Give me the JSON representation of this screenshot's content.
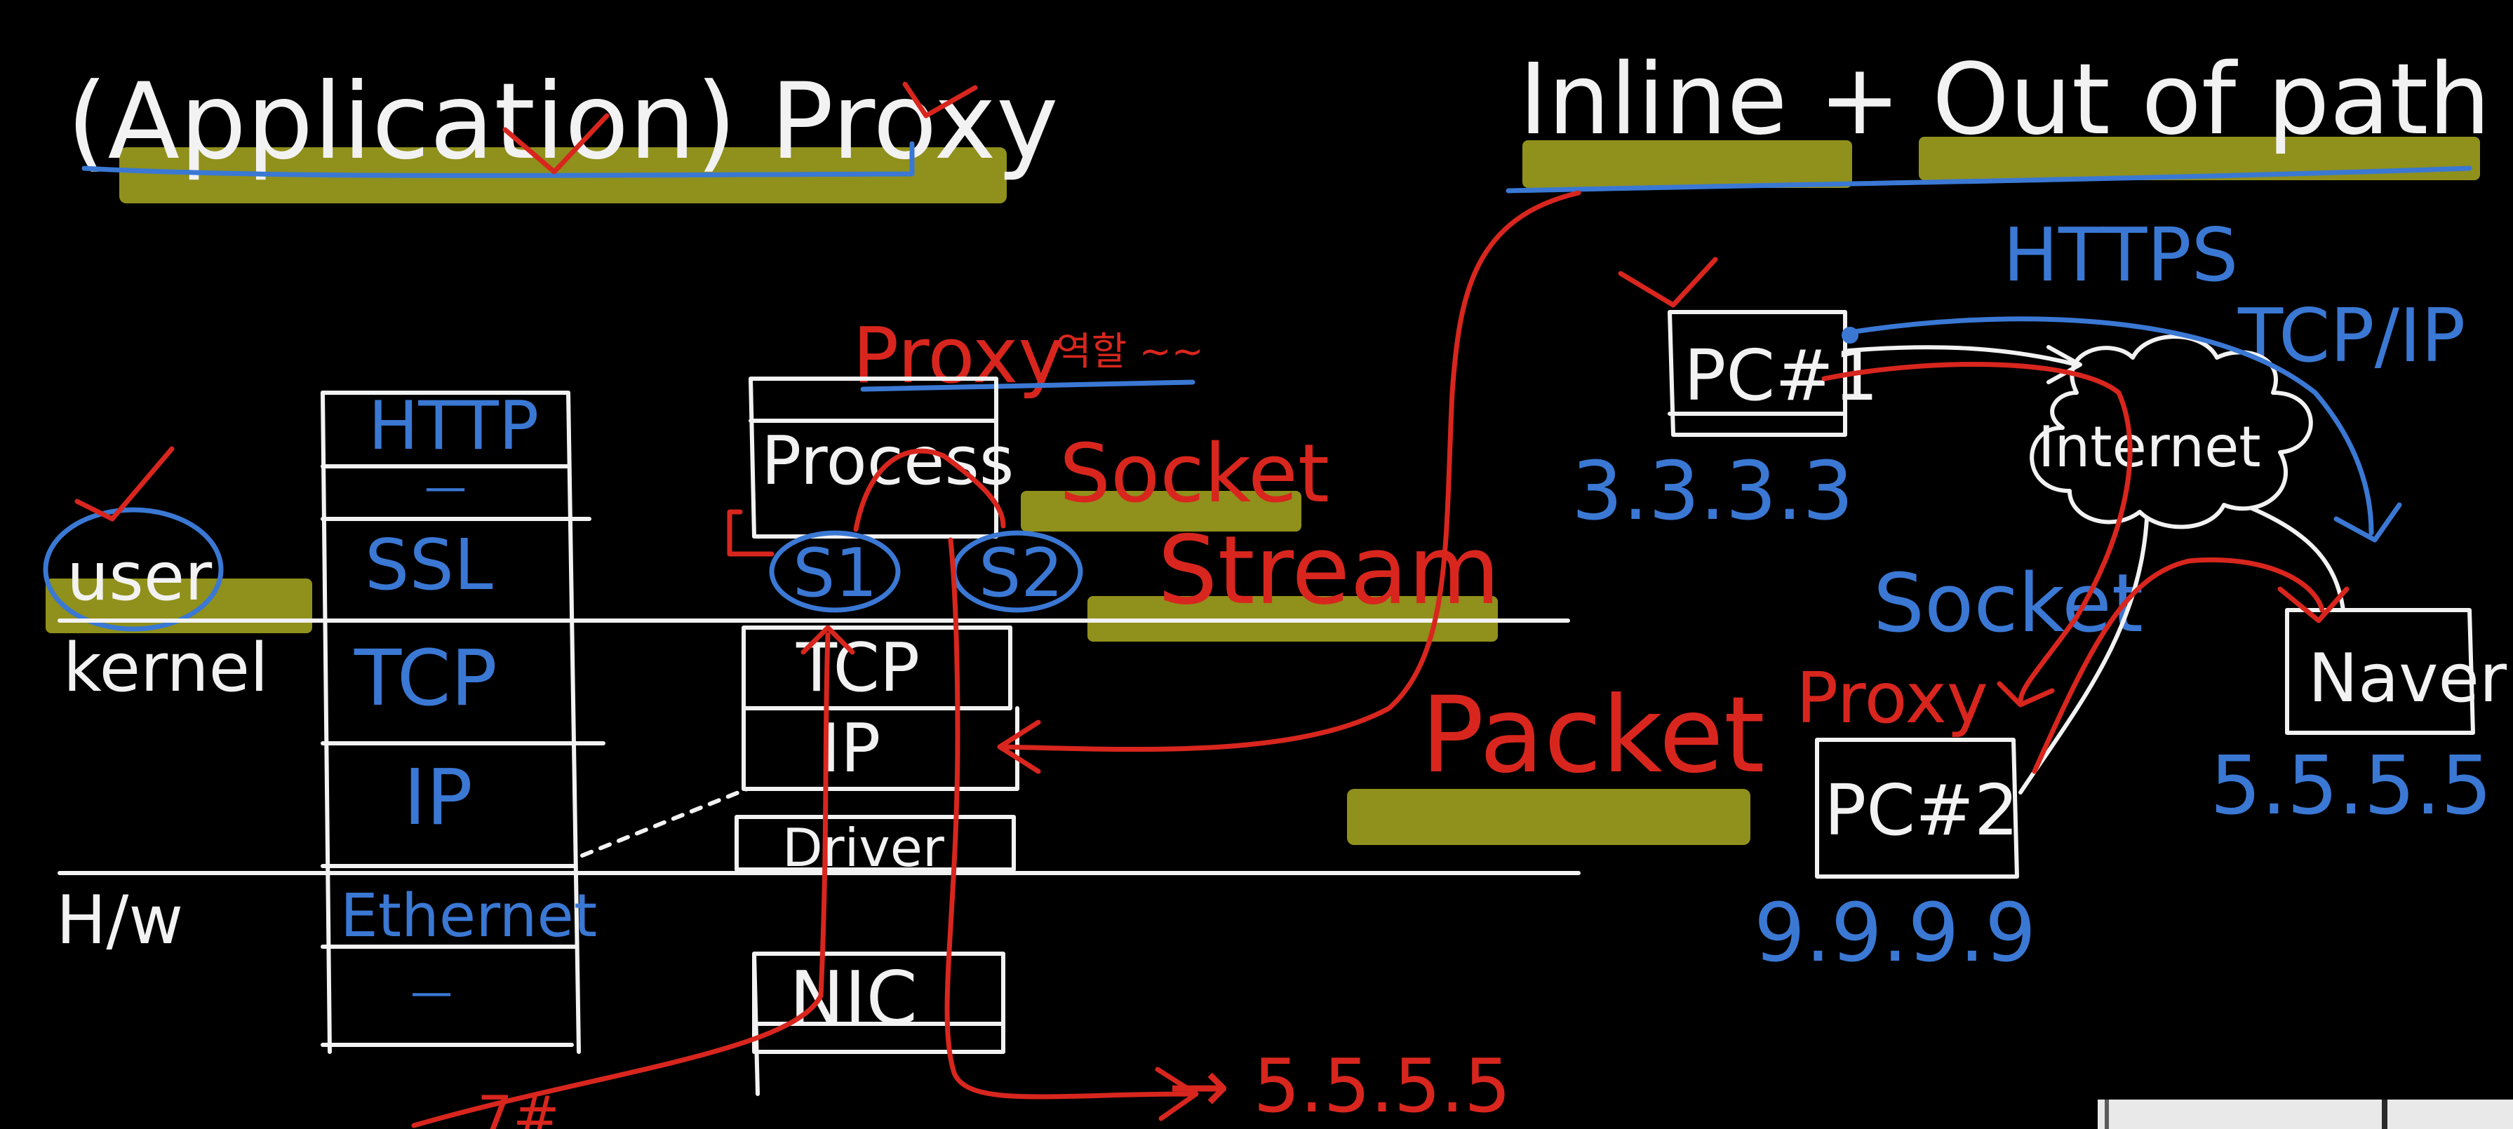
{
  "titles": {
    "left": "(Application) Proxy",
    "right": "Inline + Out of path"
  },
  "layers": {
    "user": "user",
    "kernel": "kernel",
    "hw": "H/w"
  },
  "protocol_stack": [
    "HTTP",
    "—",
    "SSL",
    "TCP",
    "IP",
    "Ethernet",
    "—"
  ],
  "process_stack": {
    "proxy_label": "Proxy",
    "korean_note": "역할 ~~",
    "process": "Process",
    "socket1": "S1",
    "socket2": "S2",
    "tcp": "TCP",
    "ip": "IP",
    "driver": "Driver",
    "nic": "NIC"
  },
  "annotations": {
    "socket": "Socket",
    "stream": "Stream",
    "packet": "Packet",
    "dest_ip": "→ 5.5.5.5",
    "bottom_partial": "7#"
  },
  "network": {
    "pc1": "PC#1",
    "pc1_ip": "3.3.3.3",
    "https": "HTTPS",
    "tcpip": "TCP/IP",
    "internet": "Internet",
    "socket": "Socket",
    "proxy": "Proxy",
    "pc2": "PC#2",
    "pc2_ip": "9.9.9.9",
    "server": "Naver",
    "server_ip": "5.5.5.5"
  },
  "colors": {
    "background": "#000000",
    "chalk_white": "#f2f2f2",
    "pen_blue": "#3a78d4",
    "pen_red": "#d8261e",
    "highlight": "#9c9c1e"
  }
}
